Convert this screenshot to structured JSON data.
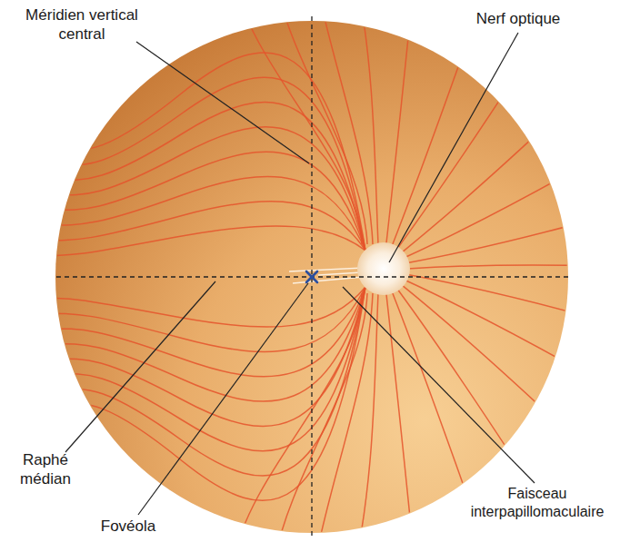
{
  "diagram": {
    "labels": [
      "Méridien vertical central",
      "Nerf optique",
      "Raphé médian",
      "Fovéola",
      "Faisceau interpapillomaculaire"
    ]
  }
}
